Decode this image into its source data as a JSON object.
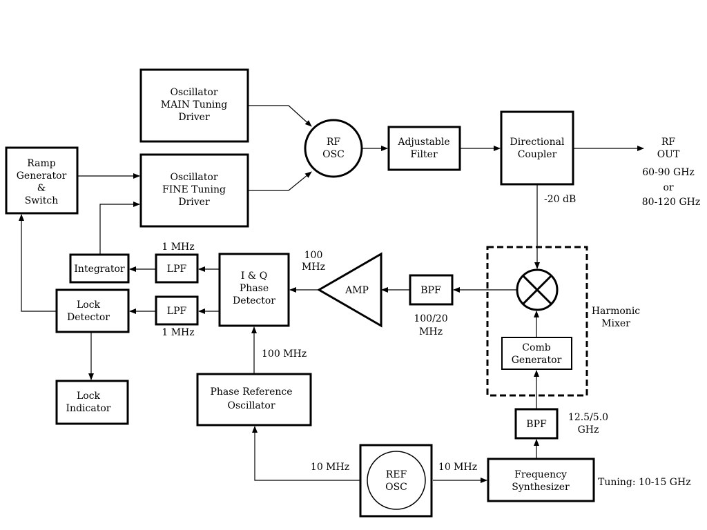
{
  "diagram": {
    "blocks": {
      "osc_main": [
        "Oscillator",
        "MAIN Tuning",
        "Driver"
      ],
      "osc_fine": [
        "Oscillator",
        "FINE Tuning",
        "Driver"
      ],
      "ramp": [
        "Ramp",
        "Generator",
        "&",
        "Switch"
      ],
      "rf_osc": [
        "RF",
        "OSC"
      ],
      "adj_filter": [
        "Adjustable",
        "Filter"
      ],
      "dir_coupler": [
        "Directional",
        "Coupler"
      ],
      "integrator": [
        "Integrator"
      ],
      "lpf1": [
        "LPF"
      ],
      "lpf2": [
        "LPF"
      ],
      "lock_detector": [
        "Lock",
        "Detector"
      ],
      "phase_detector": [
        "I & Q",
        "Phase",
        "Detector"
      ],
      "amp": [
        "AMP"
      ],
      "bpf_if": [
        "BPF"
      ],
      "comb": [
        "Comb",
        "Generator"
      ],
      "lock_indicator": [
        "Lock",
        "Indicator"
      ],
      "phase_ref": [
        "Phase Reference",
        "Oscillator"
      ],
      "bpf_lo": [
        "BPF"
      ],
      "ref_osc": [
        "REF",
        "OSC"
      ],
      "synth": [
        "Frequency",
        "Synthesizer"
      ]
    },
    "labels": {
      "rf_out": [
        "RF",
        "OUT"
      ],
      "freq_range": [
        "60-90 GHz",
        "or",
        "80-120 GHz"
      ],
      "coupling": "-20 dB",
      "harmonic_mixer": [
        "Harmonic",
        "Mixer"
      ],
      "lpf1_freq": "1 MHz",
      "lpf2_freq": "1 MHz",
      "if_freq": [
        "100",
        "MHz"
      ],
      "bpf_if_freq": [
        "100/20",
        "MHz"
      ],
      "ref_100": "100 MHz",
      "bpf_lo_freq": [
        "12.5/5.0",
        "GHz"
      ],
      "ref_10_left": "10 MHz",
      "ref_10_right": "10 MHz",
      "tuning": "Tuning: 10-15 GHz"
    }
  }
}
